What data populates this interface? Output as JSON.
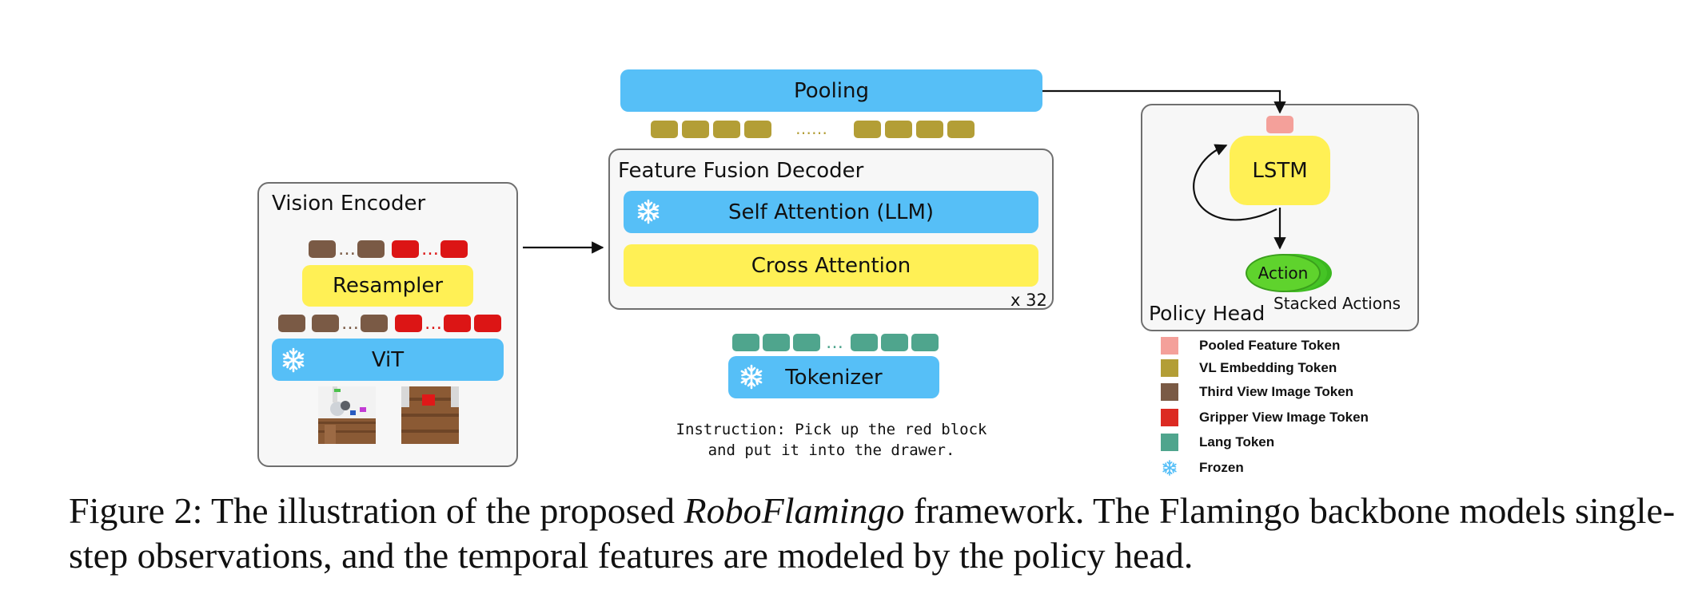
{
  "vision_encoder": {
    "title": "Vision Encoder",
    "resampler": "Resampler",
    "vit": "ViT",
    "dots": "…"
  },
  "fusion_decoder": {
    "title": "Feature Fusion Decoder",
    "self_attention": "Self Attention (LLM)",
    "cross_attention": "Cross Attention",
    "repeat": "x 32"
  },
  "pooling": {
    "label": "Pooling",
    "dots": "……"
  },
  "tokenizer": {
    "label": "Tokenizer",
    "dots": "…"
  },
  "instruction": {
    "line1": "Instruction: Pick up the red block",
    "line2": "and put it into the drawer."
  },
  "policy_head": {
    "title": "Policy Head",
    "lstm": "LSTM",
    "action": "Action",
    "stacked": "Stacked Actions"
  },
  "legend": [
    {
      "label": "Pooled Feature Token",
      "color": "#f4a09a"
    },
    {
      "label": "VL Embedding Token",
      "color": "#b39e36"
    },
    {
      "label": "Third View Image Token",
      "color": "#7a5a45"
    },
    {
      "label": "Gripper View Image Token",
      "color": "#dc1515"
    },
    {
      "label": "Lang Token",
      "color": "#4fa58d"
    },
    {
      "label": "Frozen",
      "icon": "snowflake-icon"
    }
  ],
  "caption": {
    "prefix": "Figure 2: The illustration of the proposed ",
    "emphasis": "RoboFlamingo",
    "suffix": " framework. The Flamingo backbone models single-step observations, and the temporal features are modeled by the policy head."
  }
}
